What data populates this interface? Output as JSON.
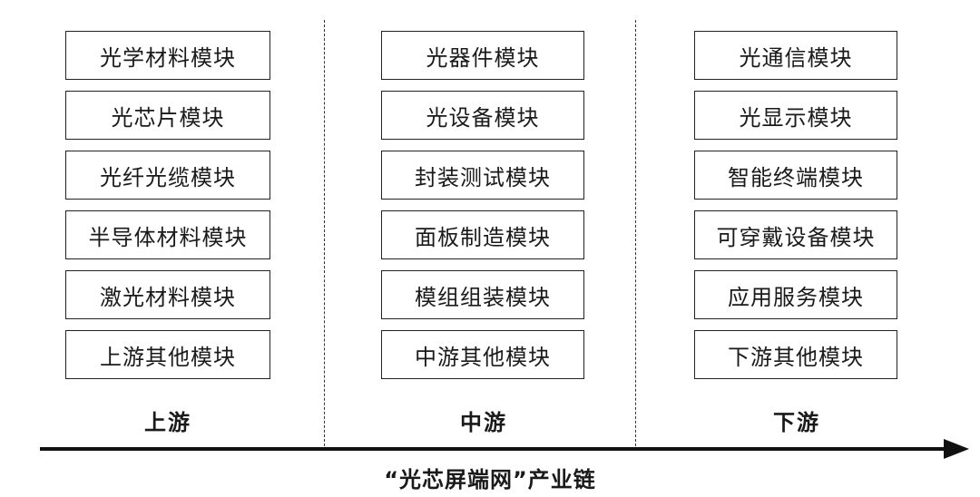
{
  "upstream": {
    "label": "上游",
    "modules": [
      "光学材料模块",
      "光芯片模块",
      "光纤光缆模块",
      "半导体材料模块",
      "激光材料模块",
      "上游其他模块"
    ]
  },
  "midstream": {
    "label": "中游",
    "modules": [
      "光器件模块",
      "光设备模块",
      "封装测试模块",
      "面板制造模块",
      "模组组装模块",
      "中游其他模块"
    ]
  },
  "downstream": {
    "label": "下游",
    "modules": [
      "光通信模块",
      "光显示模块",
      "智能终端模块",
      "可穿戴设备模块",
      "应用服务模块",
      "下游其他模块"
    ]
  },
  "caption": "“光芯屏端网”产业链"
}
